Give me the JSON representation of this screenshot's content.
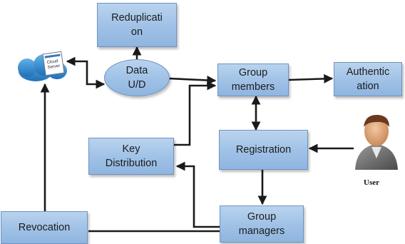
{
  "nodes": {
    "reduplication": "Reduplicati\non",
    "data_ud": "Data\nU/D",
    "group_members": "Group\nmembers",
    "authentication": "Authentic\nation",
    "key_distribution": "Key\nDistribution",
    "registration": "Registration",
    "revocation": "Revocation",
    "group_managers": "Group\nmanagers"
  },
  "cloud": {
    "label": "Cloud\nServer"
  },
  "user": {
    "label": "User"
  },
  "colors": {
    "box_fill_top": "#b9d3ee",
    "box_fill_bottom": "#8fb5df",
    "box_border": "#6e93c2",
    "arrow": "#1a1a1a",
    "cloud": "#2f86c8"
  }
}
